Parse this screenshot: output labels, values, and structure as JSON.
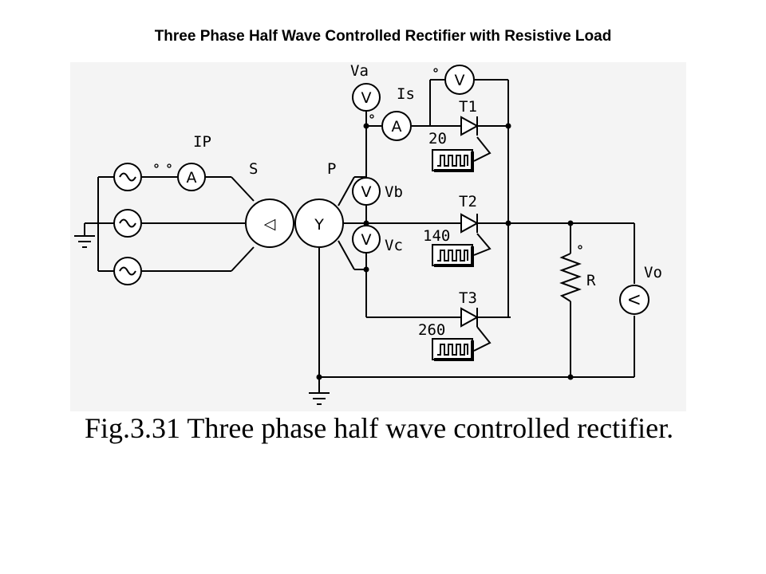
{
  "header": {
    "title": "Three Phase Half Wave Controlled Rectifier with Resistive Load"
  },
  "figure": {
    "caption": "Fig.3.31 Three phase half wave controlled rectifier."
  },
  "labels": {
    "ip": "IP",
    "s": "S",
    "p": "P",
    "va": "Va",
    "vb": "Vb",
    "vc": "Vc",
    "is": "Is",
    "t1": "T1",
    "t2": "T2",
    "t3": "T3",
    "r": "R",
    "vo": "Vo"
  },
  "firing_angles": {
    "t1": "20",
    "t2": "140",
    "t3": "260"
  },
  "meter_symbols": {
    "ammeter": "A",
    "voltmeter": "V",
    "delta": "◁",
    "wye": "Y"
  },
  "colors": {
    "background": "#ffffff",
    "ink": "#000000",
    "circuit_panel": "#f4f4f4"
  }
}
